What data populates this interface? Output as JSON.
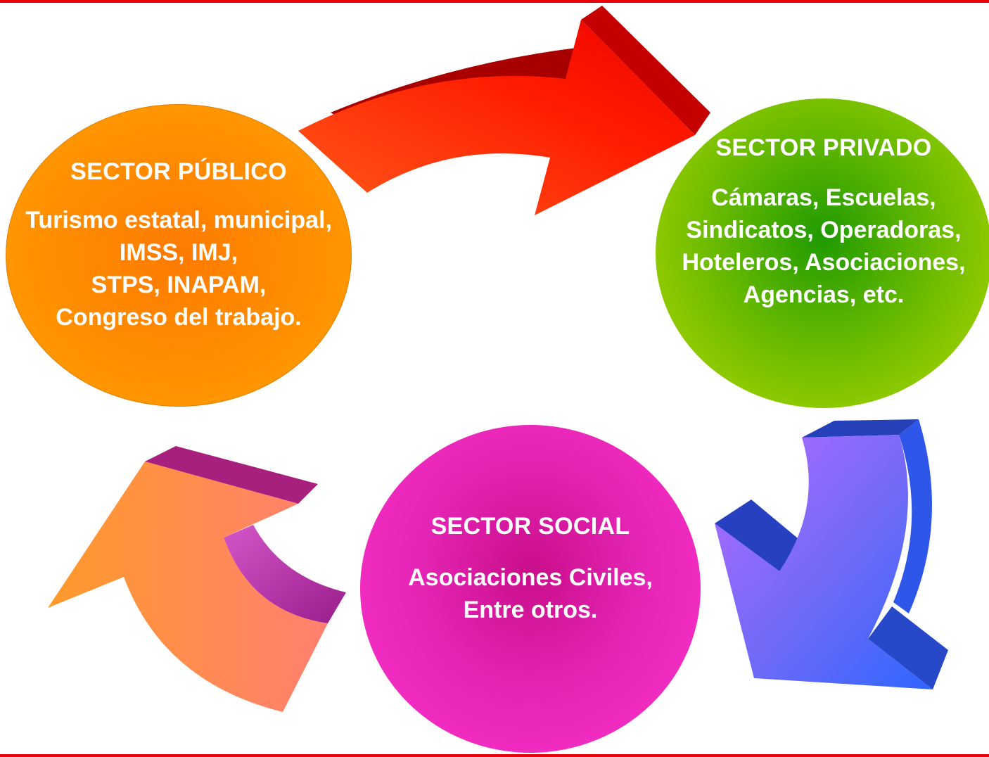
{
  "diagram": {
    "publico": {
      "title": "SECTOR PÚBLICO",
      "lines": [
        "Turismo estatal, municipal,",
        "IMSS, IMJ,",
        "STPS, INAPAM,",
        "Congreso del trabajo."
      ],
      "color": "#ff8c00"
    },
    "privado": {
      "title": "SECTOR PRIVADO",
      "lines": [
        "Cámaras, Escuelas,",
        "Sindicatos, Operadoras,",
        "Hoteleros, Asociaciones,",
        "Agencias, etc."
      ],
      "color": "#8cc800"
    },
    "social": {
      "title": "SECTOR SOCIAL",
      "lines": [
        "Asociaciones Civiles,",
        "Entre otros."
      ],
      "color": "#f530c4"
    },
    "arrows": [
      {
        "from": "SECTOR PÚBLICO",
        "to": "SECTOR PRIVADO",
        "color": "#ff2a00"
      },
      {
        "from": "SECTOR PRIVADO",
        "to": "SECTOR SOCIAL",
        "color": "#5a6cf0"
      },
      {
        "from": "SECTOR SOCIAL",
        "to": "SECTOR PÚBLICO",
        "color": "#ff8a55"
      }
    ]
  }
}
